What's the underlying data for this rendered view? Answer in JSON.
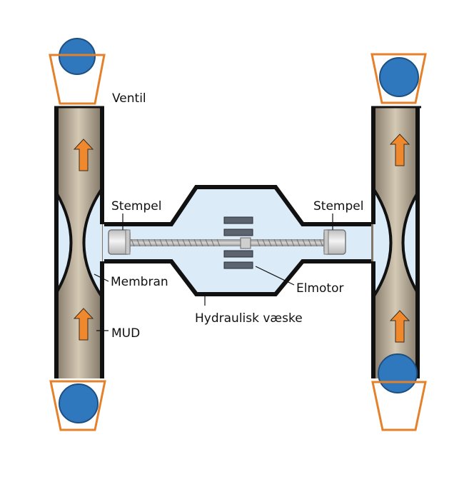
{
  "labels": {
    "valve": "Ventil",
    "piston_left": "Stempel",
    "piston_right": "Stempel",
    "membrane": "Membran",
    "mud": "MUD",
    "motor": "Elmotor",
    "fluid": "Hydraulisk væske"
  },
  "colors": {
    "background": "#ffffff",
    "outline": "#111111",
    "pipe_dark": "#7e7263",
    "pipe_light": "#d4c9b4",
    "hydraulic_fluid": "#dcebf8",
    "valve_ball": "#2f78bd",
    "valve_seat": "#e6812b",
    "flow_arrow": "#f0892e",
    "piston": "#e2e2e2",
    "motor_plate": "#5c6470",
    "rod": "#b0b0b0"
  },
  "icons": {
    "flow": "arrow-up-icon",
    "valve": "ball-valve-icon",
    "piston": "piston-icon",
    "motor": "electric-motor-icon"
  }
}
